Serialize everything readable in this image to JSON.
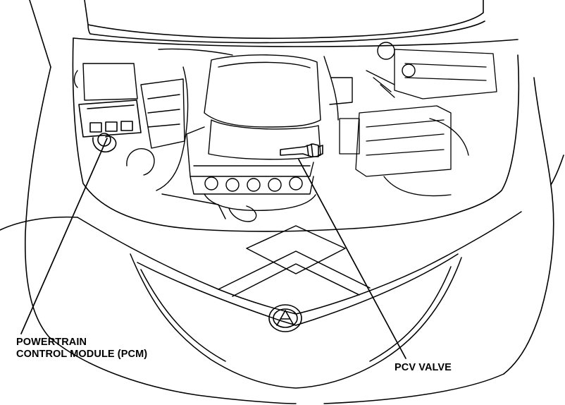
{
  "diagram": {
    "labels": {
      "pcm_line1": "POWERTRAIN",
      "pcm_line2": "CONTROL MODULE (PCM)",
      "pcv": "PCV VALVE"
    },
    "colors": {
      "ink": "#000000",
      "paper": "#ffffff"
    },
    "icons": {
      "emblem": "acura-emblem-icon"
    }
  }
}
